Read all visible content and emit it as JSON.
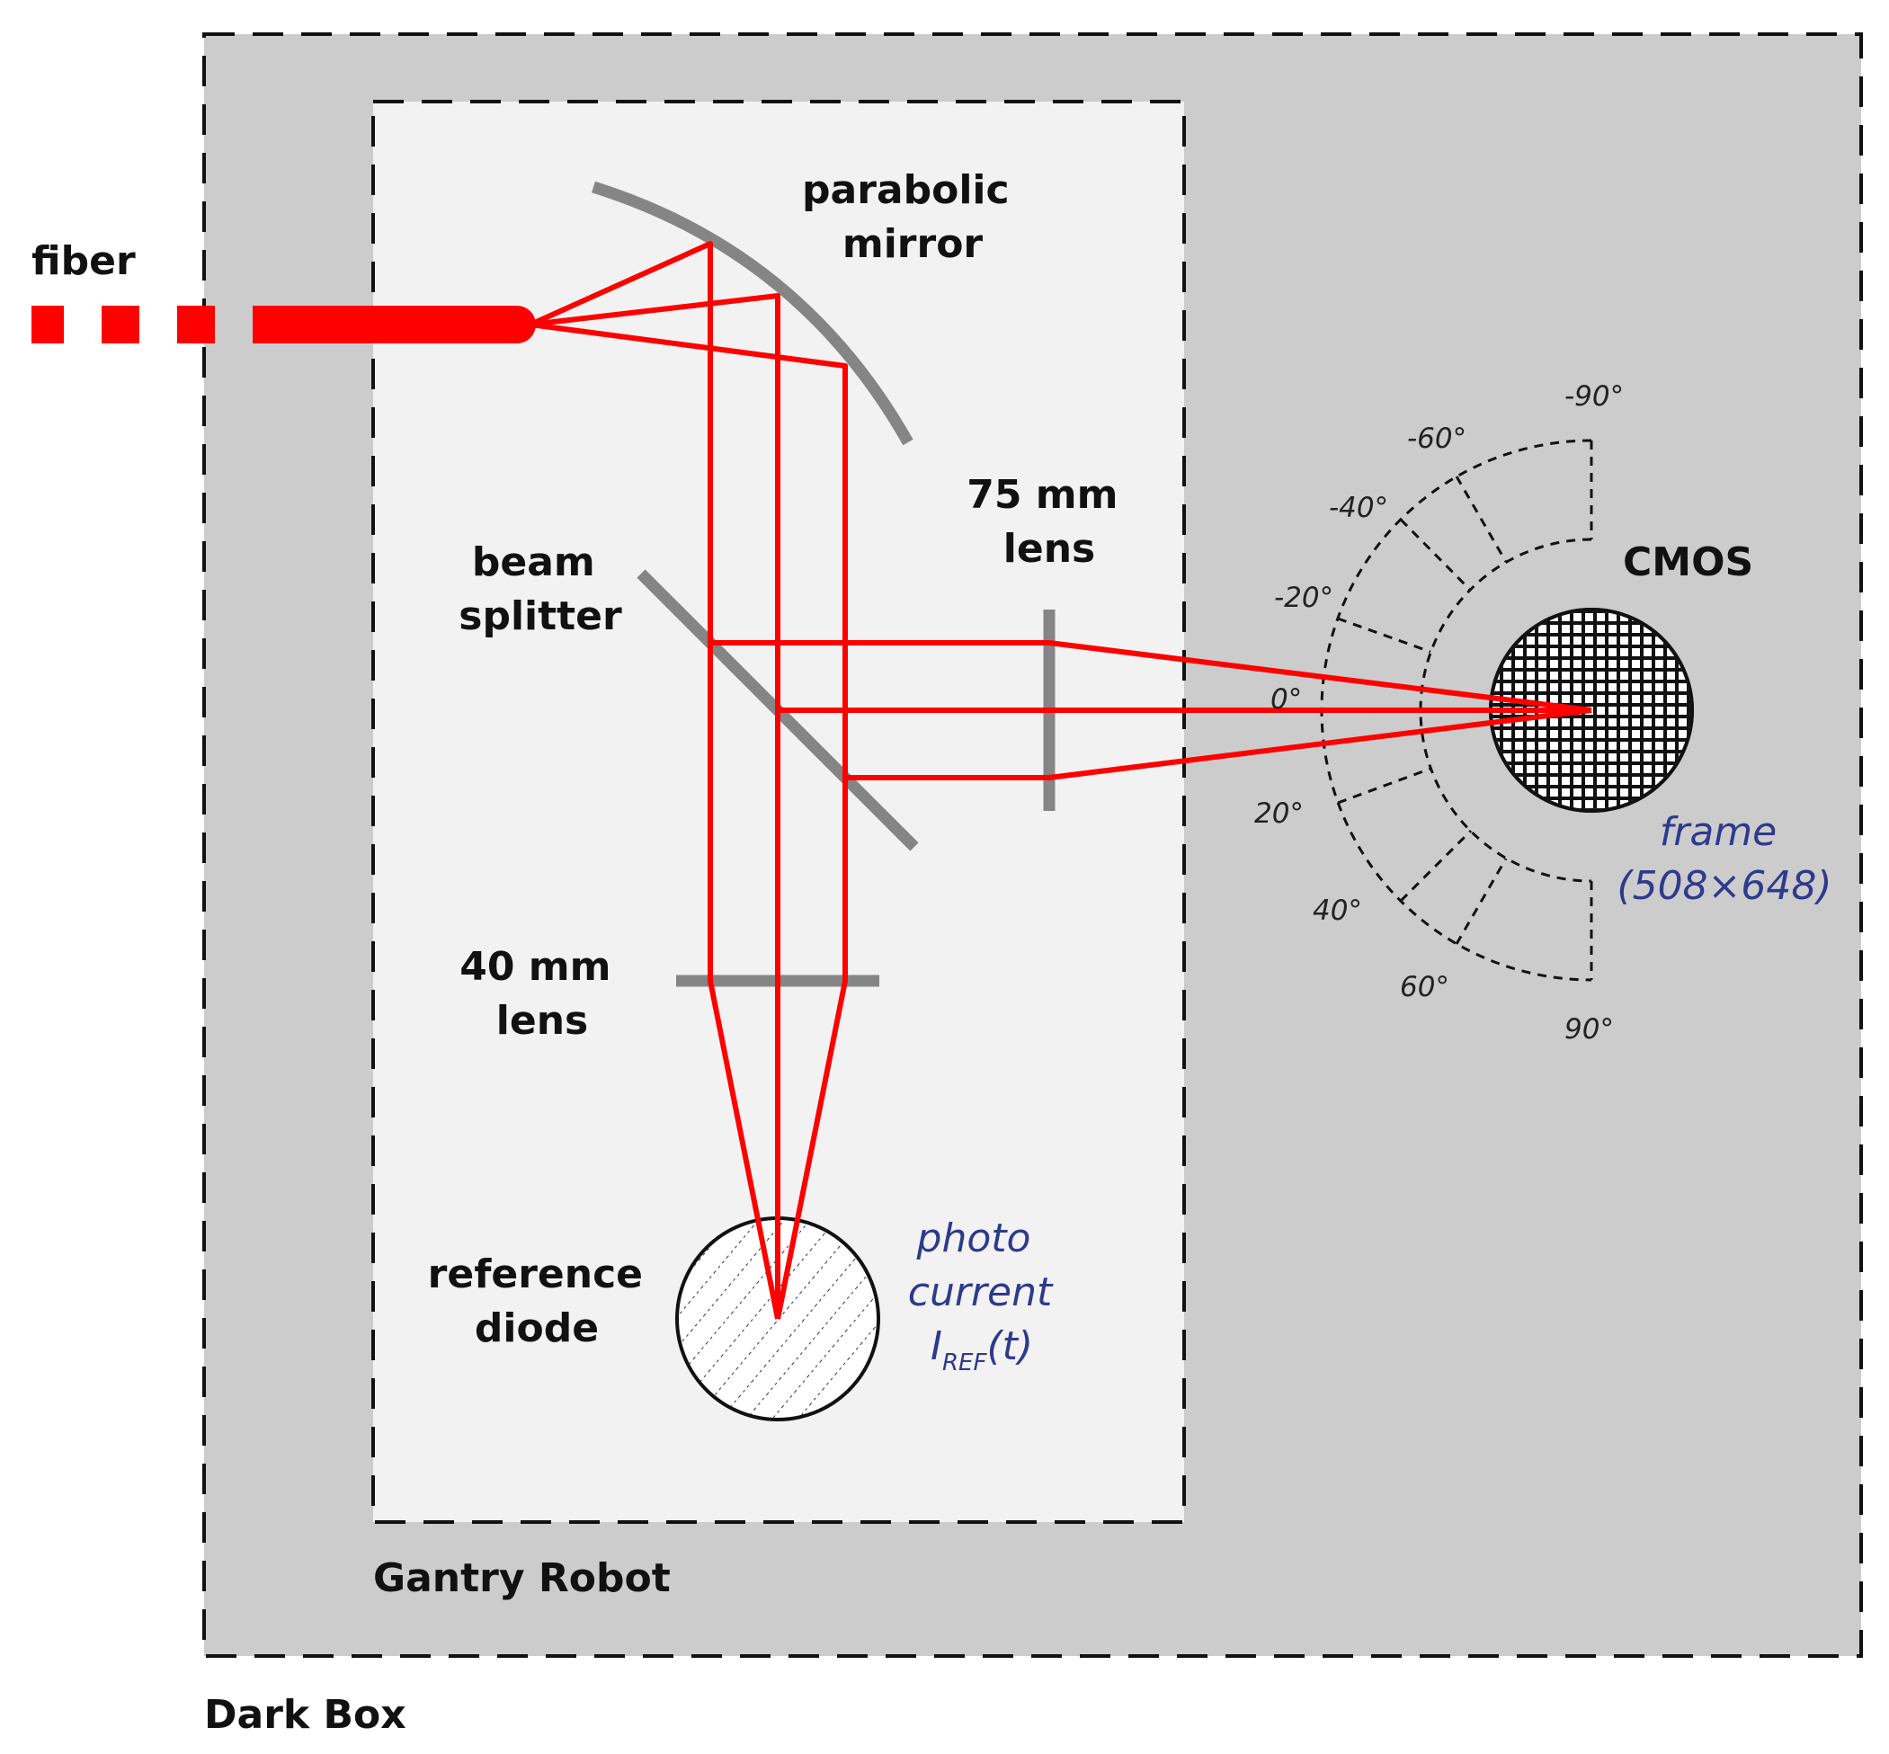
{
  "labels": {
    "fiber": "fiber",
    "parabolic_mirror": [
      "parabolic",
      "mirror"
    ],
    "lens_75": [
      "75 mm",
      "lens"
    ],
    "beam_splitter": [
      "beam",
      "splitter"
    ],
    "cmos": "CMOS",
    "frame": [
      "frame",
      "(508×648)"
    ],
    "lens_40": [
      "40 mm",
      "lens"
    ],
    "reference_diode": [
      "reference",
      "diode"
    ],
    "photo_current": [
      "photo",
      "current"
    ],
    "iref_main": "I",
    "iref_sub": "REF",
    "iref_tail": "(t)",
    "gantry_robot": "Gantry Robot",
    "dark_box": "Dark Box"
  },
  "angles": [
    "-90°",
    "-60°",
    "-40°",
    "-20°",
    "0°",
    "20°",
    "40°",
    "60°",
    "90°"
  ],
  "colors": {
    "beam": "#ff0000",
    "optics": "#858585",
    "dark_box": "#cccccc",
    "gantry_robot": "#f2f2f2",
    "annotation": "#2e3a8c"
  }
}
